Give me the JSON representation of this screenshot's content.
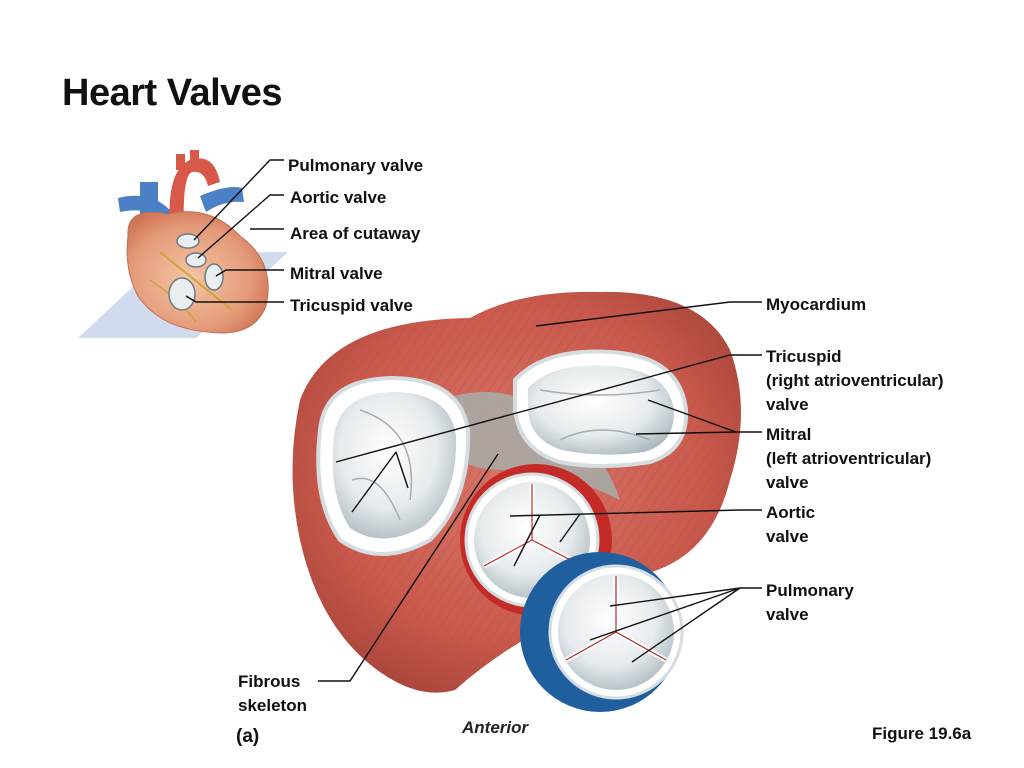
{
  "title": "Heart Valves",
  "inset_labels": {
    "pulmonary_valve": "Pulmonary valve",
    "aortic_valve": "Aortic valve",
    "area_of_cutaway": "Area of cutaway",
    "mitral_valve": "Mitral valve",
    "tricuspid_valve": "Tricuspid valve"
  },
  "main_labels": {
    "myocardium": "Myocardium",
    "tricuspid": [
      "Tricuspid",
      "(right atrioventricular)",
      "valve"
    ],
    "mitral": [
      "Mitral",
      "(left atrioventricular)",
      "valve"
    ],
    "aortic": [
      "Aortic",
      "valve"
    ],
    "pulmonary": [
      "Pulmonary",
      "valve"
    ],
    "fibrous_skeleton": [
      "Fibrous",
      "skeleton"
    ]
  },
  "orientation": "Anterior",
  "panel_label": "(a)",
  "figure_ref": "Figure 19.6a",
  "colors": {
    "myocardium": "#c9594c",
    "myocardium_dark": "#9e3b33",
    "valve_white": "#eef2f4",
    "valve_shadow": "#b9c3c8",
    "pulmonary_trunk": "#1f5f9e",
    "aorta_red": "#c42a26",
    "fibrous": "#a9aaa6",
    "vein_blue": "#4b7fc6",
    "plane": "#c8d6ea"
  }
}
